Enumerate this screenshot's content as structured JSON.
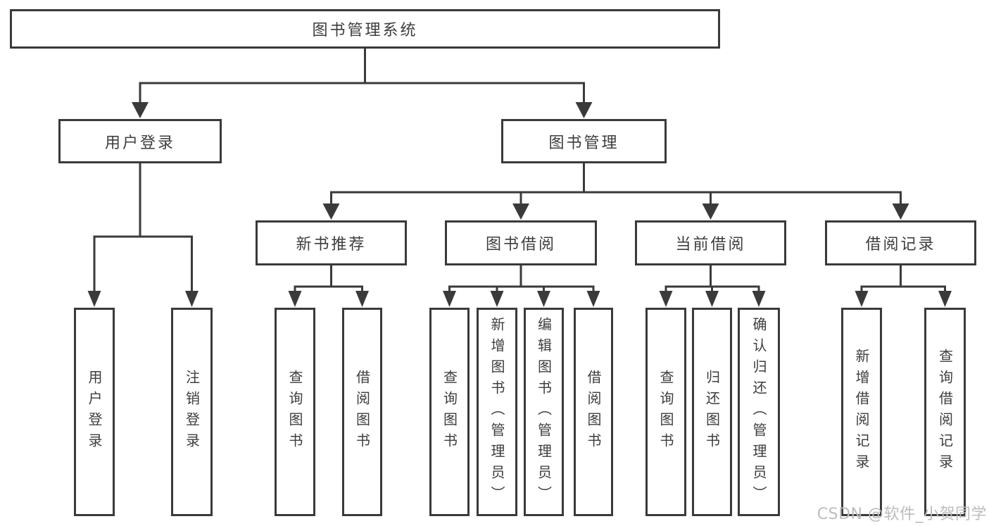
{
  "diagram": {
    "title": "图书管理系统",
    "nodes": {
      "root": "图书管理系统",
      "user_login": "用户登录",
      "book_management": "图书管理",
      "ul_user_login": "用户登录",
      "ul_logout": "注销登录",
      "new_book_recommend": "新书推荐",
      "book_borrowing": "图书借阅",
      "current_borrowing": "当前借阅",
      "borrowing_records": "借阅记录",
      "nb_query_books": "查询图书",
      "nb_borrow_books": "借阅图书",
      "bb_query_books": "查询图书",
      "bb_add_books_admin": "新增图书（管理员）",
      "bb_edit_books_admin": "编辑图书（管理员）",
      "bb_borrow_books": "借阅图书",
      "cb_query_books": "查询图书",
      "cb_return_books": "归还图书",
      "cb_confirm_return_admin": "确认归还（管理员）",
      "br_add_record": "新增借阅记录",
      "br_query_record": "查询借阅记录"
    }
  },
  "watermark": "CSDN @软件_小贺同学",
  "colors": {
    "line": "#3a3a3a",
    "box_border": "#3a3a3a",
    "text": "#3d3d3d",
    "watermark": "#bcbcbc",
    "background": "#ffffff"
  }
}
